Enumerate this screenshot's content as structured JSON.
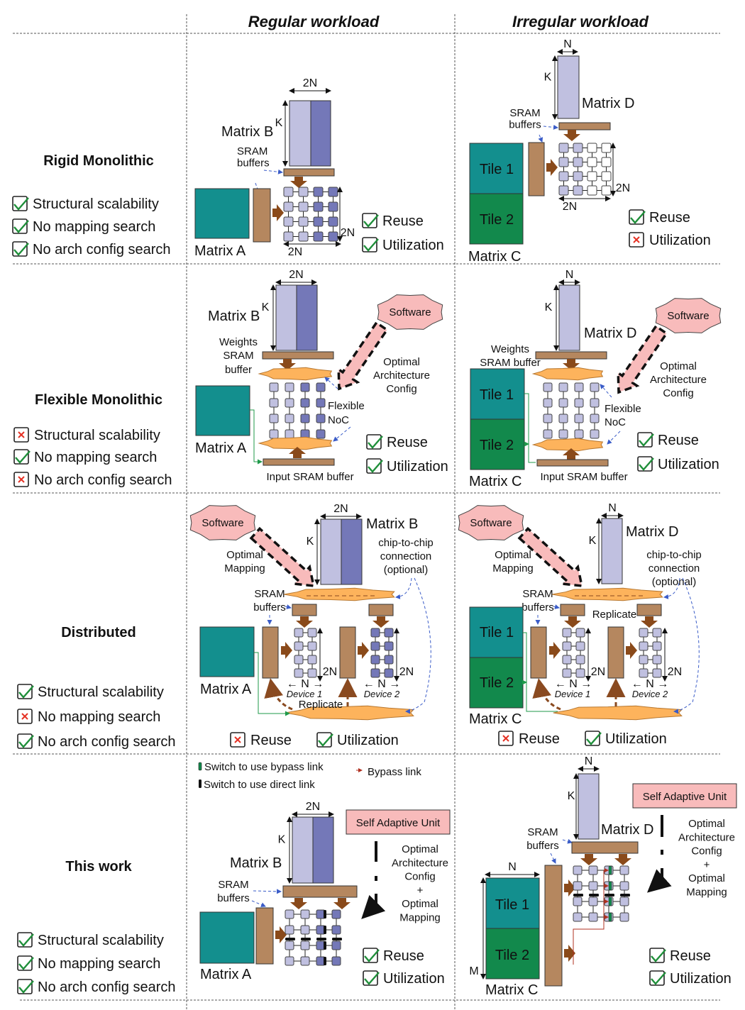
{
  "columns": {
    "regular": "Regular workload",
    "irregular": "Irregular workload"
  },
  "rows": [
    {
      "title": "Rigid Monolithic",
      "properties": [
        {
          "label": "Structural scalability",
          "status": "check"
        },
        {
          "label": "No mapping search",
          "status": "check"
        },
        {
          "label": "No arch config search",
          "status": "check"
        }
      ],
      "regular": {
        "matrix_b": "Matrix B",
        "matrix_a": "Matrix A",
        "sram": "SRAM\nbuffers",
        "dim_top": "2N",
        "dim_k": "K",
        "dim_right": "2N",
        "dim_bottom": "2N",
        "reuse": {
          "label": "Reuse",
          "status": "check"
        },
        "utilization": {
          "label": "Utilization",
          "status": "check"
        }
      },
      "irregular": {
        "matrix_d": "Matrix D",
        "matrix_c": "Matrix C",
        "sram": "SRAM\nbuffers",
        "tile1": "Tile 1",
        "tile2": "Tile 2",
        "dim_top": "N",
        "dim_k": "K",
        "dim_right": "2N",
        "dim_bottom": "2N",
        "reuse": {
          "label": "Reuse",
          "status": "check"
        },
        "utilization": {
          "label": "Utilization",
          "status": "cross"
        }
      }
    },
    {
      "title": "Flexible Monolithic",
      "properties": [
        {
          "label": "Structural scalability",
          "status": "cross"
        },
        {
          "label": "No mapping search",
          "status": "check"
        },
        {
          "label": "No arch config search",
          "status": "cross"
        }
      ],
      "regular": {
        "matrix_b": "Matrix B",
        "matrix_a": "Matrix A",
        "weights_sram": "Weights SRAM buffer",
        "input_sram": "Input SRAM buffer",
        "software": "Software",
        "optimal": "Optimal Architecture Config",
        "noc": "Flexible NoC",
        "dim_top": "2N",
        "dim_k": "K",
        "reuse": {
          "label": "Reuse",
          "status": "check"
        },
        "utilization": {
          "label": "Utilization",
          "status": "check"
        }
      },
      "irregular": {
        "matrix_d": "Matrix D",
        "matrix_c": "Matrix C",
        "tile1": "Tile 1",
        "tile2": "Tile 2",
        "weights_sram": "Weights SRAM buffer",
        "input_sram": "Input SRAM buffer",
        "software": "Software",
        "optimal": "Optimal Architecture Config",
        "noc": "Flexible NoC",
        "dim_top": "N",
        "dim_k": "K",
        "reuse": {
          "label": "Reuse",
          "status": "check"
        },
        "utilization": {
          "label": "Utilization",
          "status": "check"
        }
      }
    },
    {
      "title": "Distributed",
      "properties": [
        {
          "label": "Structural scalability",
          "status": "check"
        },
        {
          "label": "No mapping search",
          "status": "cross"
        },
        {
          "label": "No arch config search",
          "status": "check"
        }
      ],
      "regular": {
        "matrix_b": "Matrix B",
        "matrix_a": "Matrix A",
        "sram": "SRAM\nbuffers",
        "software": "Software",
        "optimal": "Optimal Mapping",
        "chip": "chip-to-chip connection (optional)",
        "replicate": "Replicate",
        "device1": "Device 1",
        "device2": "Device 2",
        "dim_top": "2N",
        "dim_k": "K",
        "dim_n": "N",
        "dim_2n": "2N",
        "reuse": {
          "label": "Reuse",
          "status": "cross"
        },
        "utilization": {
          "label": "Utilization",
          "status": "check"
        }
      },
      "irregular": {
        "matrix_d": "Matrix D",
        "matrix_c": "Matrix C",
        "sram": "SRAM\nbuffers",
        "tile1": "Tile 1",
        "tile2": "Tile 2",
        "software": "Software",
        "optimal": "Optimal Mapping",
        "chip": "chip-to-chip connection (optional)",
        "replicate": "Replicate",
        "device1": "Device 1",
        "device2": "Device 2",
        "dim_top": "N",
        "dim_k": "K",
        "dim_n": "N",
        "dim_2n": "2N",
        "reuse": {
          "label": "Reuse",
          "status": "cross"
        },
        "utilization": {
          "label": "Utilization",
          "status": "check"
        }
      }
    },
    {
      "title": "This work",
      "properties": [
        {
          "label": "Structural scalability",
          "status": "check"
        },
        {
          "label": "No mapping search",
          "status": "check"
        },
        {
          "label": "No arch config search",
          "status": "check"
        }
      ],
      "legend": {
        "bypass_switch": "Switch to use bypass link",
        "direct_switch": "Switch to use direct link",
        "bypass_link": "Bypass link"
      },
      "regular": {
        "matrix_b": "Matrix B",
        "matrix_a": "Matrix A",
        "sram": "SRAM\nbuffers",
        "sau": "Self Adaptive Unit",
        "optimal": "Optimal Architecture Config + Optimal Mapping",
        "dim_top": "2N",
        "dim_k": "K",
        "reuse": {
          "label": "Reuse",
          "status": "check"
        },
        "utilization": {
          "label": "Utilization",
          "status": "check"
        }
      },
      "irregular": {
        "matrix_d": "Matrix D",
        "matrix_c": "Matrix C",
        "sram": "SRAM\nbuffers",
        "tile1": "Tile 1",
        "tile2": "Tile 2",
        "sau": "Self Adaptive Unit",
        "optimal": "Optimal Architecture Config + Optimal Mapping",
        "dim_top": "N",
        "dim_k": "K",
        "dim_n": "N",
        "dim_m": "M",
        "reuse": {
          "label": "Reuse",
          "status": "check"
        },
        "utilization": {
          "label": "Utilization",
          "status": "check"
        }
      }
    }
  ],
  "colors": {
    "teal": "#138f8e",
    "green": "#12894c",
    "light_purple": "#c0c0e0",
    "dark_purple": "#7478b8",
    "brown": "#b5875f",
    "dark_brown": "#7a4516",
    "orange": "#fdb35c",
    "pink": "#f8bbbb",
    "check": "#1f8f3a",
    "cross": "#e53124",
    "blue_dash": "#3a5cc8",
    "bypass": "#b03020"
  }
}
